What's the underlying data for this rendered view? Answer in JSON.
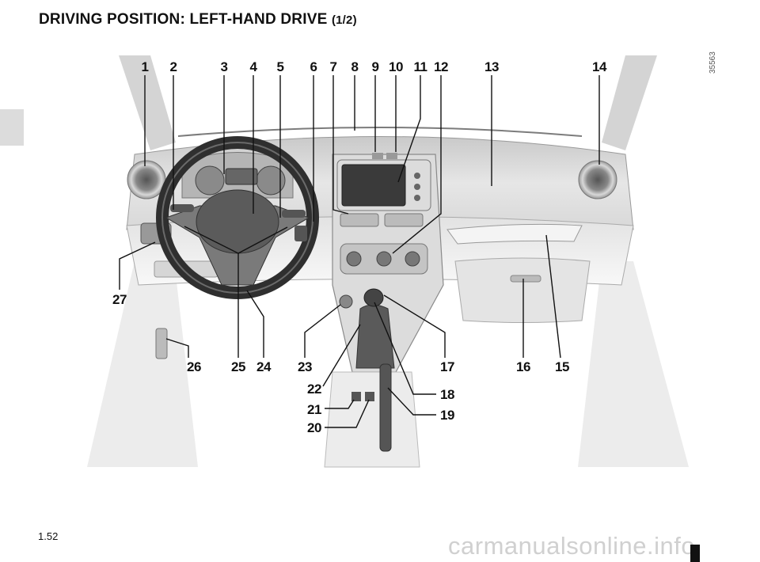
{
  "header": {
    "title": "DRIVING POSITION: LEFT-HAND DRIVE",
    "title_suffix": "(1/2)"
  },
  "figure": {
    "reference_code": "35563",
    "callouts": [
      "1",
      "2",
      "3",
      "4",
      "5",
      "6",
      "7",
      "8",
      "9",
      "10",
      "11",
      "12",
      "13",
      "14",
      "15",
      "16",
      "17",
      "18",
      "19",
      "20",
      "21",
      "22",
      "23",
      "24",
      "25",
      "26",
      "27"
    ]
  },
  "footer": {
    "page_number": "1.52",
    "watermark": "carmanualsonline.info"
  }
}
